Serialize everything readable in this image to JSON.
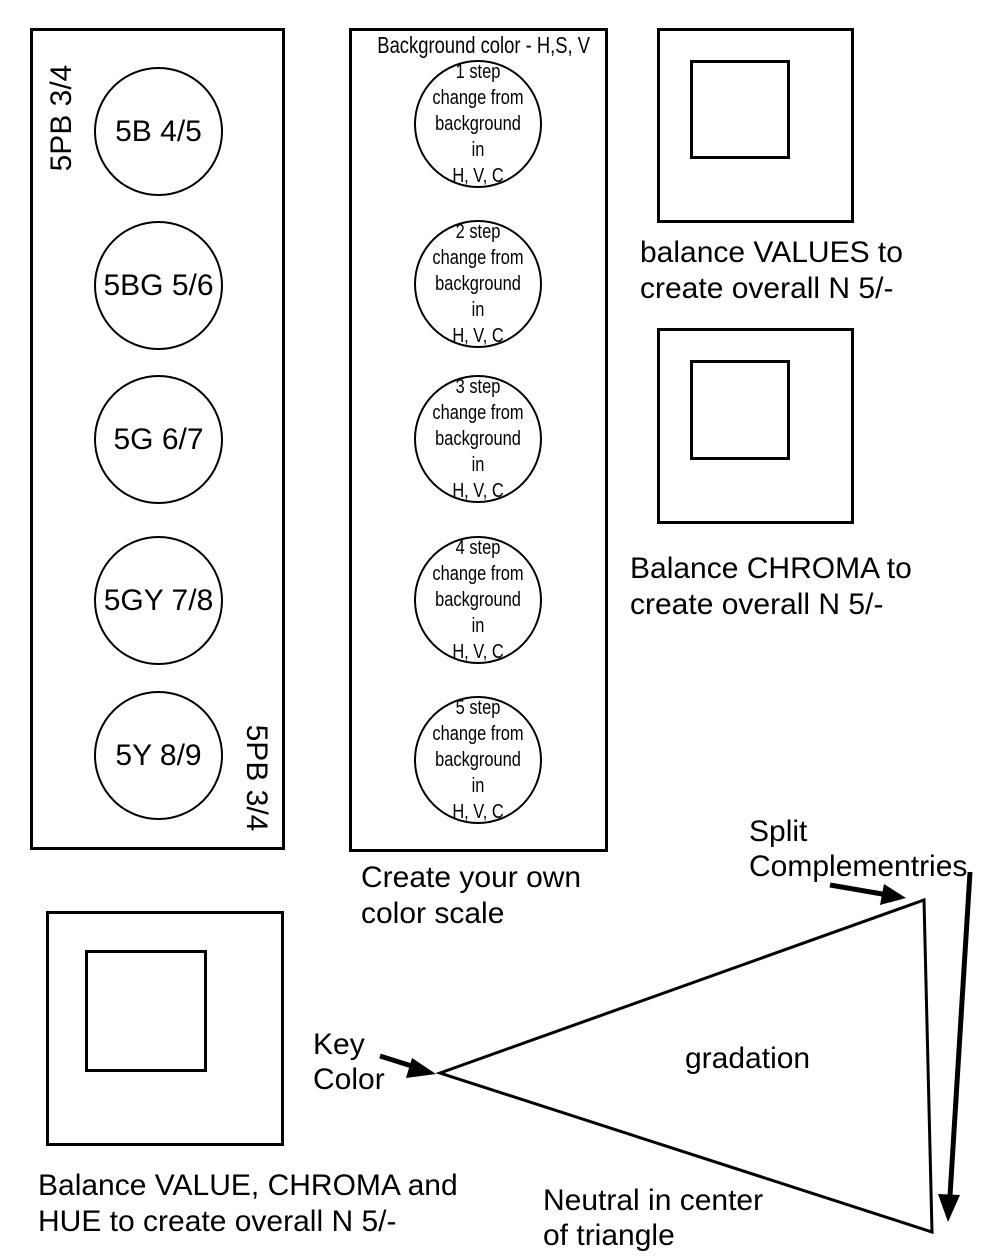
{
  "munsell_scale": {
    "top_label": "5PB 3/4",
    "bottom_label": "5PB 3/4",
    "circles": [
      "5B 4/5",
      "5BG 5/6",
      "5G 6/7",
      "5GY 7/8",
      "5Y 8/9"
    ]
  },
  "own_scale": {
    "header": "Background color - H,S, V",
    "steps": [
      "1 step\nchange from\nbackground in\nH, V, C",
      "2 step\nchange from\nbackground in\nH, V, C",
      "3 step\nchange from\nbackground in\nH, V, C",
      "4 step\nchange from\nbackground in\nH, V, C",
      "5 step\nchange from\nbackground in\nH, V, C"
    ],
    "caption": "Create your own\ncolor scale"
  },
  "squares": {
    "values_caption": "balance VALUES to\ncreate overall N 5/-",
    "chroma_caption": "Balance CHROMA to\ncreate overall N 5/-",
    "all_caption": "Balance VALUE, CHROMA and\nHUE  to create overall N 5/-"
  },
  "triangle": {
    "split_label": "Split\nComplementries",
    "key_label": "Key\nColor",
    "center_label": "gradation",
    "neutral_label": "Neutral in center\nof triangle"
  }
}
